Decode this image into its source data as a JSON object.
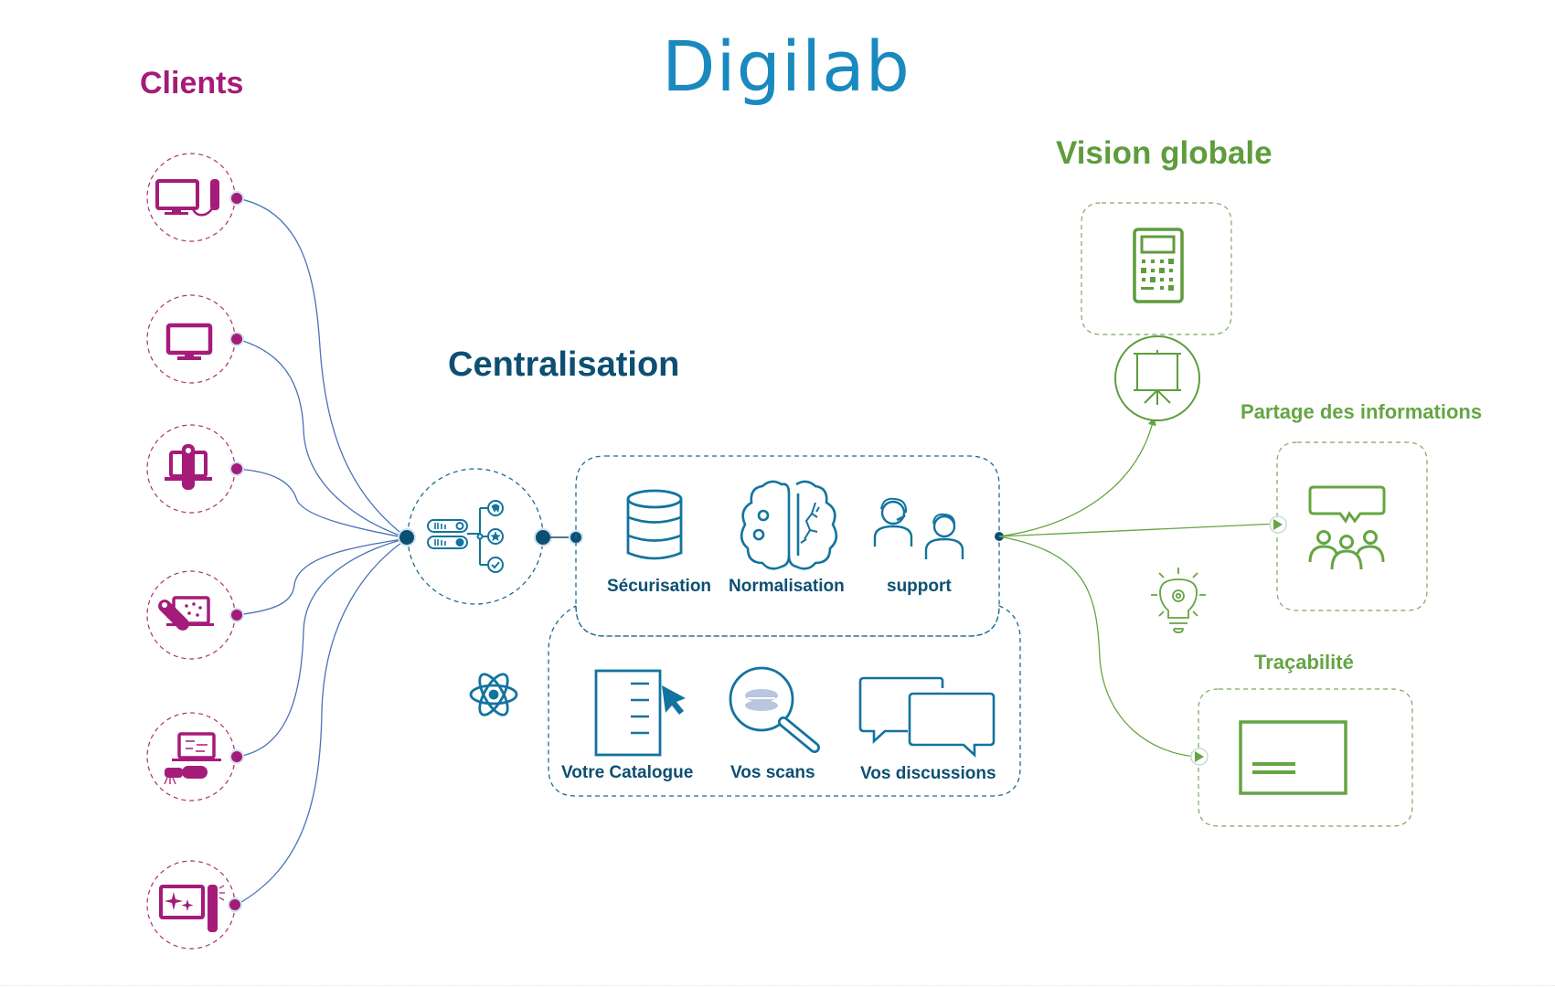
{
  "header": {
    "logo_text": "Digilab"
  },
  "clients": {
    "title": "Clients",
    "items": [
      {
        "icon": "monitor-with-intraoral-scanner-cable-icon"
      },
      {
        "icon": "monitor-icon"
      },
      {
        "icon": "laptop-with-scanner-icon"
      },
      {
        "icon": "laptop-scanning-icon"
      },
      {
        "icon": "laptop-with-desktop-scanner-icon"
      },
      {
        "icon": "tablet-with-scanner-icon"
      }
    ]
  },
  "centralisation": {
    "title": "Centralisation",
    "hub_icon": "server-sorting-icon",
    "services": [
      {
        "label": "Sécurisation",
        "icon": "database-icon"
      },
      {
        "label": "Normalisation",
        "icon": "brain-gears-icon"
      },
      {
        "label": "support",
        "icon": "support-agents-headset-icon"
      }
    ],
    "tools": [
      {
        "label": "Votre Catalogue",
        "icon": "catalogue-document-cursor-icon"
      },
      {
        "label": "Vos scans",
        "icon": "magnifier-dental-scan-icon"
      },
      {
        "label": "Vos discussions",
        "icon": "chat-bubbles-icon"
      }
    ],
    "side_icon": "atom-icon"
  },
  "outputs": {
    "vision": {
      "title": "Vision globale",
      "icon": "calculator-icon",
      "connector_icon": "presentation-board-icon"
    },
    "partage": {
      "title": "Partage des informations",
      "icon": "group-discussion-icon"
    },
    "idea_icon": "lightbulb-gear-icon",
    "tracabilite": {
      "title": "Traçabilité",
      "icon": "log-window-icon"
    }
  },
  "colors": {
    "clients": "#a51b7a",
    "central": "#0c4f73",
    "central_icon": "#13739f",
    "outputs": "#64a543",
    "logo": "#1a89bf",
    "client_links": "#4a72b8"
  }
}
